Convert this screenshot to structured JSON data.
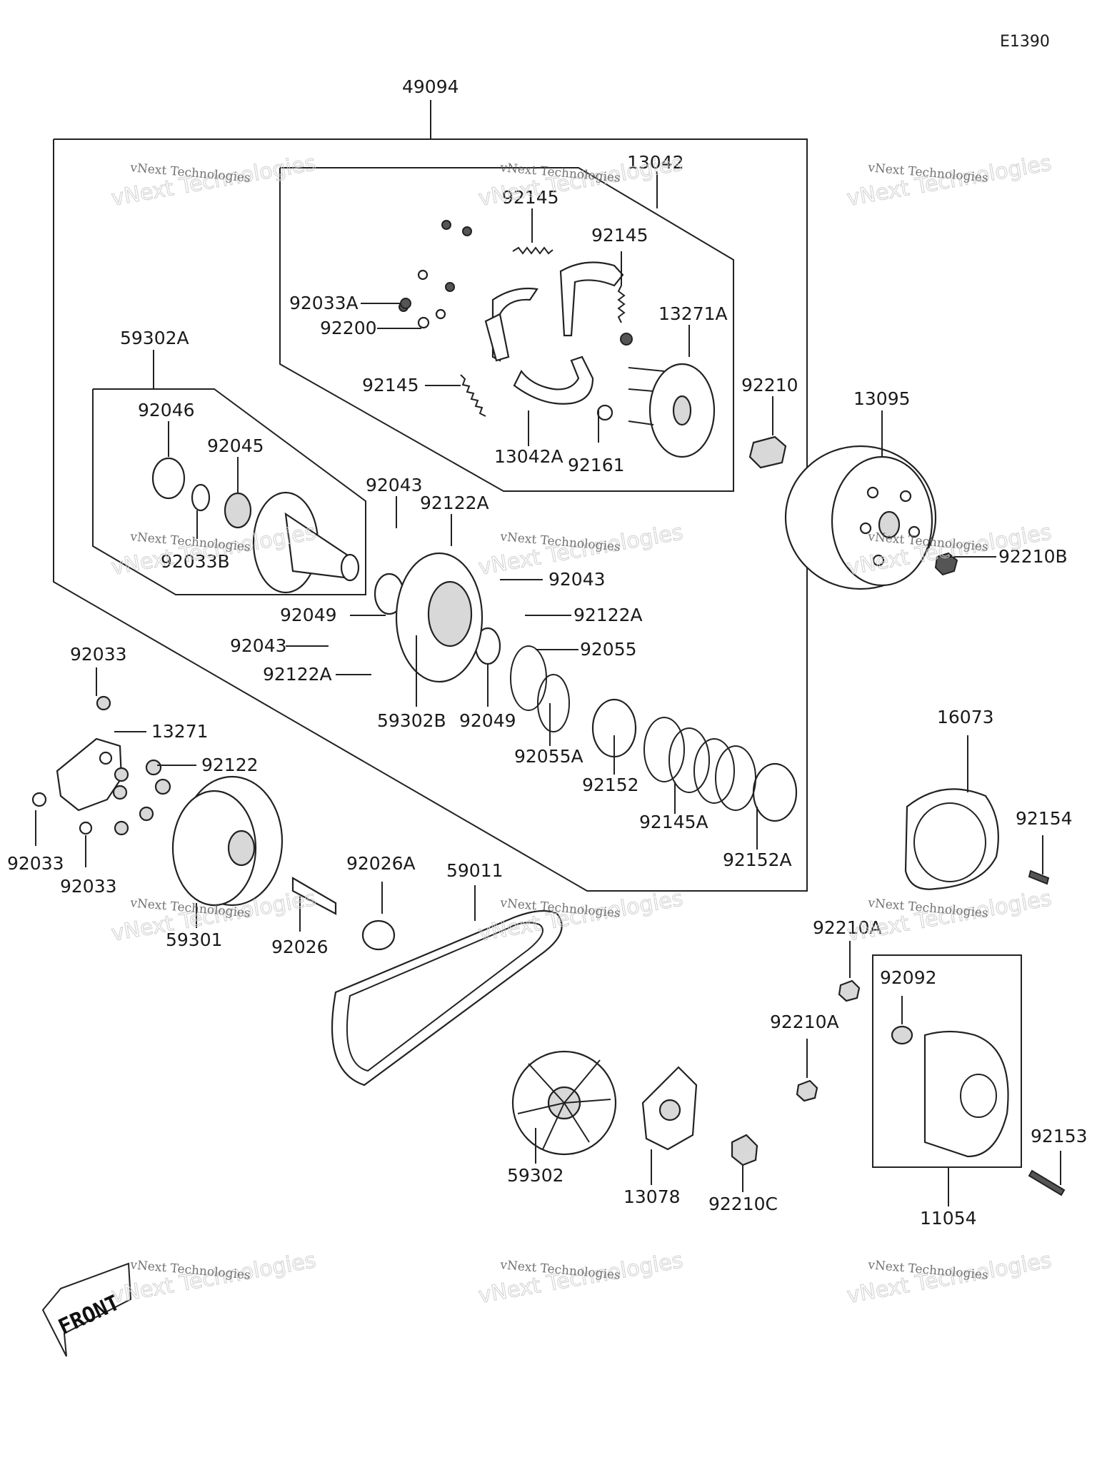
{
  "diagram": {
    "code": "E1390",
    "parts": [
      "49094",
      "13042",
      "92145",
      "92145",
      "92033A",
      "92200",
      "13271A",
      "92145",
      "13042A",
      "92161",
      "92210",
      "13095",
      "92210B",
      "59302A",
      "92046",
      "92045",
      "92033B",
      "92043",
      "92122A",
      "92043",
      "92122A",
      "92049",
      "92043",
      "92122A",
      "92055",
      "59302B",
      "92049",
      "92055A",
      "92152",
      "92145A",
      "92152A",
      "92033",
      "13271",
      "92122",
      "92033",
      "92033",
      "59301",
      "92026",
      "92026A",
      "59011",
      "16073",
      "92154",
      "92210A",
      "92210A",
      "92092",
      "59302",
      "13078",
      "92210C",
      "92153",
      "11054"
    ],
    "front_label": "FRONT",
    "watermark": {
      "line1": "vNext Technologies",
      "line2": "vNext Technologies"
    }
  }
}
